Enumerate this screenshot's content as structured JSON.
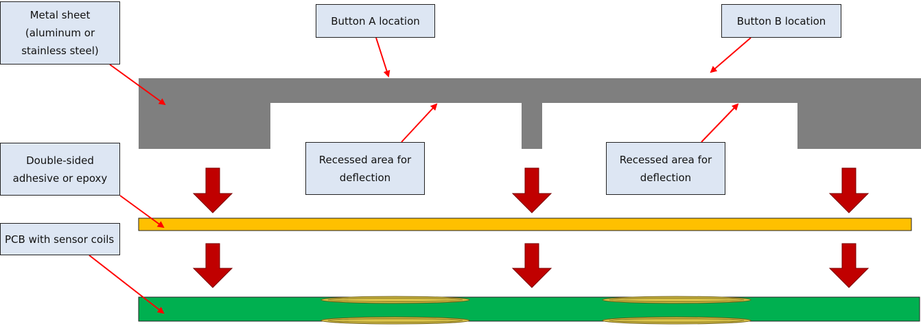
{
  "labels": {
    "metal_sheet": [
      "Metal sheet",
      "(aluminum or",
      "stainless steel)"
    ],
    "button_a": "Button A location",
    "button_b": "Button B location",
    "recessed_1": [
      "Recessed area for",
      "deflection"
    ],
    "recessed_2": [
      "Recessed area for",
      "deflection"
    ],
    "adhesive": [
      "Double-sided",
      "adhesive or epoxy"
    ],
    "pcb": "PCB with sensor coils"
  },
  "colors": {
    "metal": "#7f7f7f",
    "adhesive": "#ffc000",
    "pcb": "#00b050",
    "coil": "#d8c24a",
    "arrow_pointer": "#ff0000",
    "down_arrow": "#c00000",
    "label_bg": "#dde6f3"
  }
}
